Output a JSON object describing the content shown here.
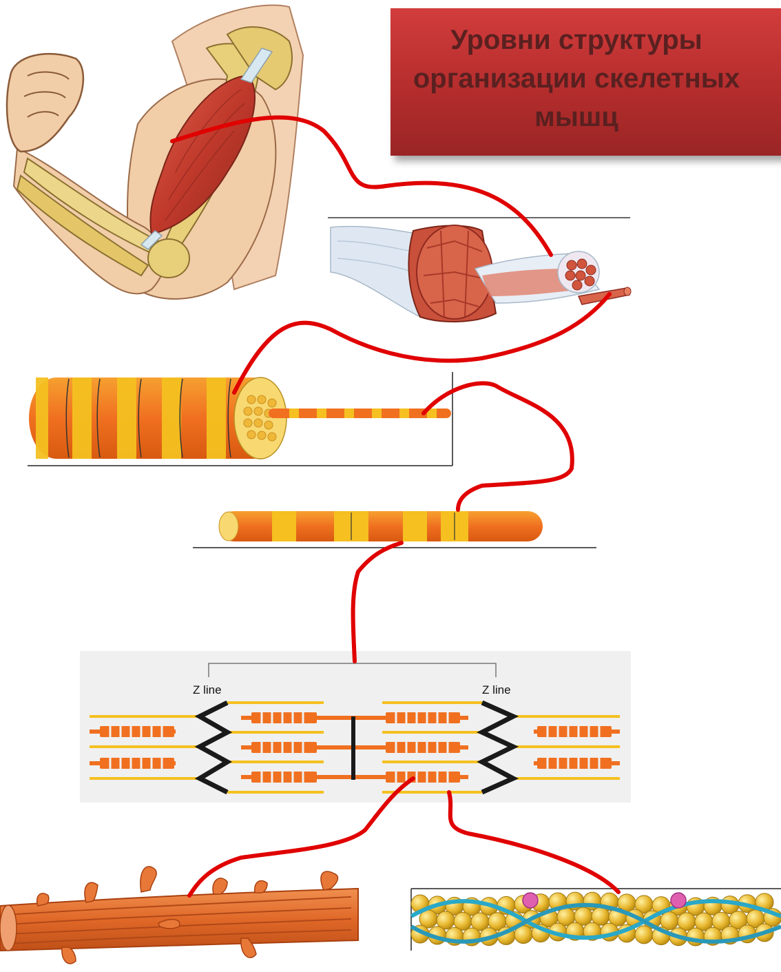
{
  "title": {
    "line1": "Уровни структуры",
    "line2": "организации скелетных",
    "line3": "мышц"
  },
  "sarcomere": {
    "z_line_left": "Z line",
    "z_line_right": "Z line"
  },
  "colors": {
    "title_bg": "#c03030",
    "title_text": "#5a2020",
    "connector": "#e00000",
    "muscle": "#c0392b",
    "bone": "#e8cf7a",
    "fiber_orange": "#f07020",
    "fiber_yellow": "#f5c020",
    "actin_bead": "#e8b830",
    "tropomyosin": "#2aa8c8",
    "troponin": "#e060b0"
  },
  "icons": [
    "arm-illustration",
    "muscle-bundle-illustration",
    "muscle-fiber-illustration",
    "myofibril-illustration",
    "sarcomere-diagram",
    "thick-filament-illustration",
    "thin-filament-illustration"
  ]
}
